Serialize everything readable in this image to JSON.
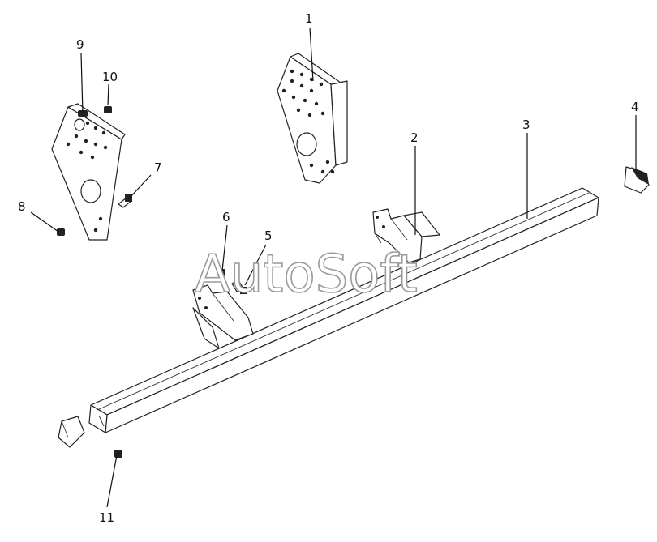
{
  "watermark": "AutoSoft",
  "callouts": [
    {
      "id": "callout-1",
      "label": "1"
    },
    {
      "id": "callout-2",
      "label": "2"
    },
    {
      "id": "callout-3",
      "label": "3"
    },
    {
      "id": "callout-4",
      "label": "4"
    },
    {
      "id": "callout-5",
      "label": "5"
    },
    {
      "id": "callout-6",
      "label": "6"
    },
    {
      "id": "callout-7",
      "label": "7"
    },
    {
      "id": "callout-8",
      "label": "8"
    },
    {
      "id": "callout-9",
      "label": "9"
    },
    {
      "id": "callout-10",
      "label": "10"
    },
    {
      "id": "callout-11",
      "label": "11"
    }
  ]
}
